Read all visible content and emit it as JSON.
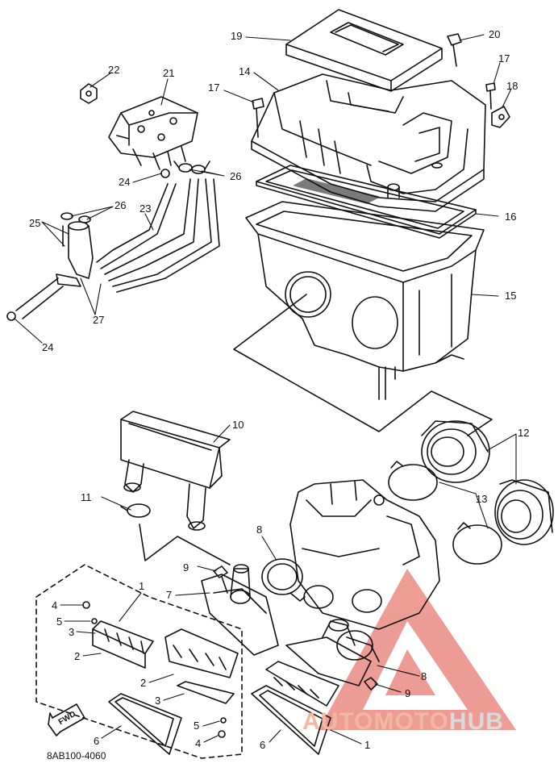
{
  "diagram": {
    "part_code": "8AB100-4060",
    "fwd_label": "FWD",
    "watermark": {
      "part1": "AUTOMOTO",
      "part2": "HUB"
    },
    "callouts": {
      "c19": "19",
      "c20": "20",
      "c14": "14",
      "c17a": "17",
      "c17b": "17",
      "c18": "18",
      "c22": "22",
      "c21": "21",
      "c24a": "24",
      "c26a": "26",
      "c26b": "26",
      "c23": "23",
      "c25": "25",
      "c16": "16",
      "c15": "15",
      "c27": "27",
      "c24b": "24",
      "c10": "10",
      "c12": "12",
      "c11": "11",
      "c13": "13",
      "c8a": "8",
      "c1a": "1",
      "c9a": "9",
      "c7": "7",
      "c4a": "4",
      "c5a": "5",
      "c3a": "3",
      "c2a": "2",
      "c2b": "2",
      "c3b": "3",
      "c8b": "8",
      "c9b": "9",
      "c5b": "5",
      "c4b": "4",
      "c6a": "6",
      "c6b": "6",
      "c1b": "1"
    }
  }
}
